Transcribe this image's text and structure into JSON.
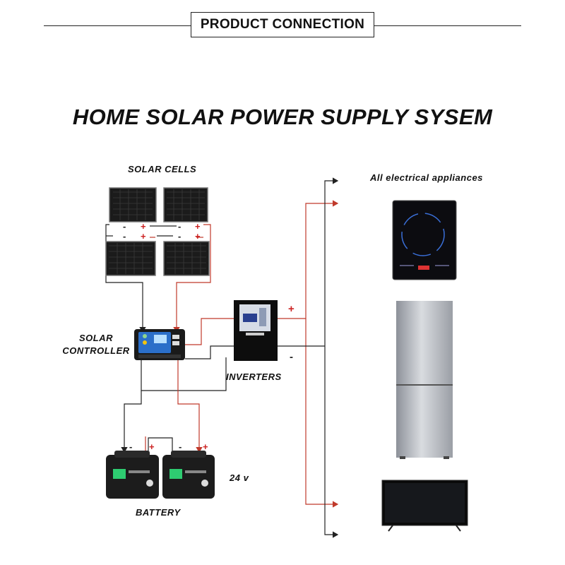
{
  "header": {
    "label": "PRODUCT CONNECTION"
  },
  "title": "HOME SOLAR POWER SUPPLY SYSEM",
  "labels": {
    "solar_cells": "SOLAR CELLS",
    "solar_controller_line1": "SOLAR",
    "solar_controller_line2": "CONTROLLER",
    "inverters": "INVERTERS",
    "battery": "BATTERY",
    "voltage": "24 v",
    "appliances": "All electrical appliances"
  },
  "signs": {
    "plus": "+",
    "minus": "-"
  },
  "colors": {
    "positive_wire": "#c0392b",
    "negative_wire": "#222222",
    "background": "#ffffff"
  }
}
